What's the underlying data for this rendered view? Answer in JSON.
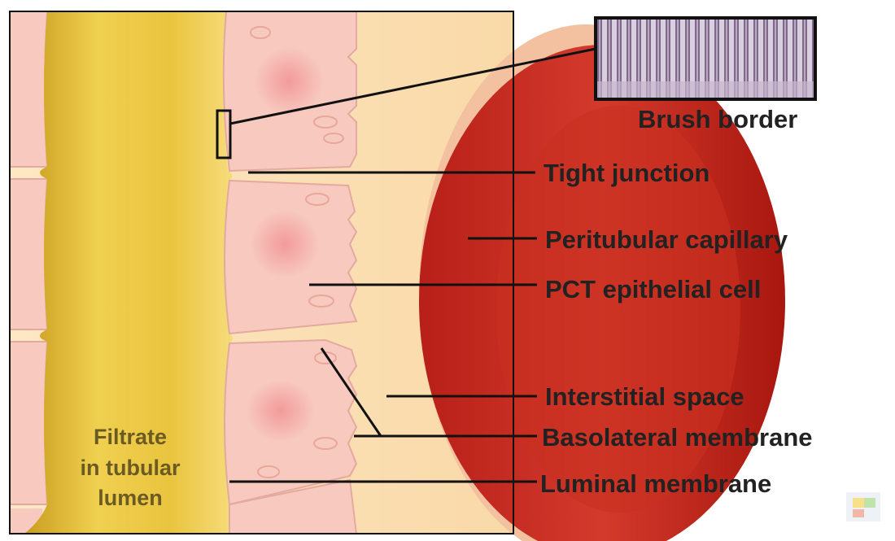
{
  "labels": {
    "brush_border": "Brush border",
    "tight_junction": "Tight junction",
    "peritubular_capillary": "Peritubular capillary",
    "pct_epithelial_cell": "PCT epithelial cell",
    "interstitial_space": "Interstitial space",
    "basolateral_membrane": "Basolateral membrane",
    "luminal_membrane": "Luminal membrane"
  },
  "lumen_label": {
    "line1": "Filtrate",
    "line2": "in tubular",
    "line3": "lumen"
  },
  "colors": {
    "lumen": "#e6c23a",
    "cell": "#f7c9bf",
    "nucleus": "#f5a3a3",
    "interstitium": "#fbe2b8",
    "capillary": "#c62a20",
    "frame": "#111111"
  }
}
